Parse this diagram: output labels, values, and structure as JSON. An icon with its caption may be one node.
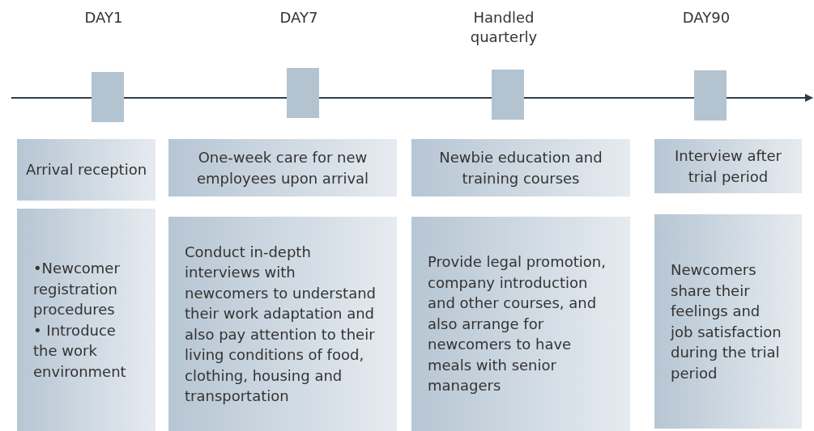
{
  "diagram": {
    "nodes": [
      {
        "text": [],
        "shape": "box",
        "beside": [
          "DAY1"
        ]
      },
      {
        "text": [
          "Arrival reception"
        ]
      },
      {
        "text": [
          "•Newcomer registration procedures",
          "• Introduce the work environment"
        ]
      },
      {
        "text": [],
        "shape": "box",
        "beside": [
          "DAY7"
        ]
      },
      {
        "text": [
          "One-week care for new employees upon arrival"
        ]
      },
      {
        "text": [
          "Conduct in-depth interviews with newcomers to understand their work adaptation and also pay attention to their living conditions of food, clothing, housing and transportation"
        ]
      },
      {
        "text": [],
        "shape": "box",
        "beside": [
          "Handled quarterly"
        ]
      },
      {
        "text": [
          "Newbie education and training courses"
        ]
      },
      {
        "text": [
          "Provide legal promotion, company introduction and other courses, and also arrange for newcomers to have meals with senior managers"
        ]
      },
      {
        "text": [],
        "shape": "box",
        "beside": [
          "DAY90"
        ]
      },
      {
        "text": [
          "Interview after trial period"
        ]
      },
      {
        "text": [
          "Newcomers share their feelings and job satisfaction during the trial period"
        ]
      }
    ],
    "edges": []
  }
}
